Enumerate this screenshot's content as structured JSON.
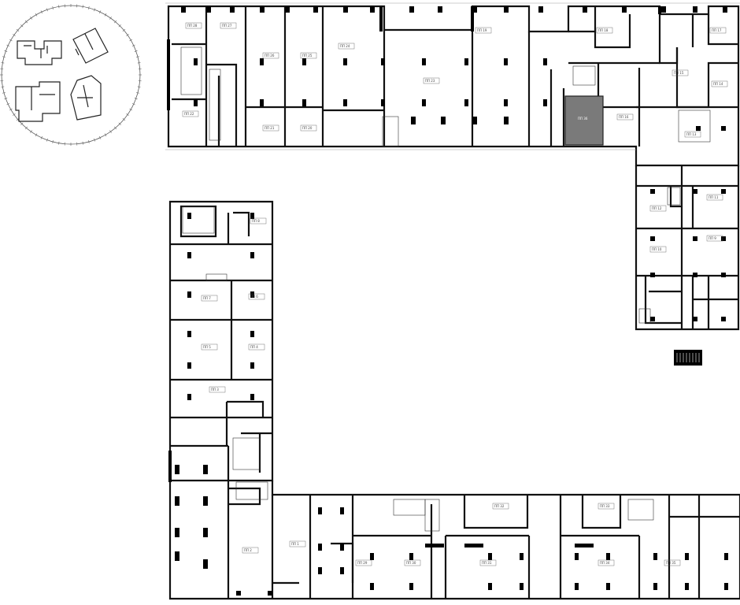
{
  "plan": {
    "highlight_color": "#7a7a7a",
    "wall_color": "#111111",
    "units": [
      {
        "id": "u1",
        "label": "ПП 28"
      },
      {
        "id": "u2",
        "label": "ПП 27"
      },
      {
        "id": "u3",
        "label": "ПП 26"
      },
      {
        "id": "u4",
        "label": "ПП 25"
      },
      {
        "id": "u5",
        "label": "ПП 24"
      },
      {
        "id": "u6",
        "label": "ПП 23"
      },
      {
        "id": "u7",
        "label": "ПП 22"
      },
      {
        "id": "u8",
        "label": "ПП 21"
      },
      {
        "id": "u9",
        "label": "ПП 20"
      },
      {
        "id": "u10",
        "label": "ПП 19"
      },
      {
        "id": "u11",
        "label": "ПП 18"
      },
      {
        "id": "u12",
        "label": "ПП 17"
      },
      {
        "id": "u13",
        "label": "ПП 16"
      },
      {
        "id": "u14",
        "label": "ПП 15"
      },
      {
        "id": "u15",
        "label": "ПП 14"
      },
      {
        "id": "u16",
        "label": "ПП 13"
      },
      {
        "id": "u17",
        "label": "ПП 12"
      },
      {
        "id": "u18",
        "label": "ПП 11"
      },
      {
        "id": "u19",
        "label": "ПП 10"
      },
      {
        "id": "u20",
        "label": "ПП 9"
      },
      {
        "id": "u21",
        "label": "ПП 8"
      },
      {
        "id": "u22",
        "label": "ПП 7"
      },
      {
        "id": "u23",
        "label": "ПП 6"
      },
      {
        "id": "u24",
        "label": "ПП 5"
      },
      {
        "id": "u25",
        "label": "ПП 4"
      },
      {
        "id": "u26",
        "label": "ПП 3"
      },
      {
        "id": "u27",
        "label": "ПП 2"
      },
      {
        "id": "u28",
        "label": "ПП 1"
      },
      {
        "id": "u29",
        "label": "ПП 29"
      },
      {
        "id": "u30",
        "label": "ПП 30"
      },
      {
        "id": "u31",
        "label": "ПП 31"
      },
      {
        "id": "u32",
        "label": "ПП 32"
      },
      {
        "id": "u33",
        "label": "ПП 33"
      },
      {
        "id": "u34",
        "label": "ПП 34"
      },
      {
        "id": "u35",
        "label": "ПП 35"
      }
    ],
    "selected_unit": {
      "label": "ПП 36"
    }
  }
}
